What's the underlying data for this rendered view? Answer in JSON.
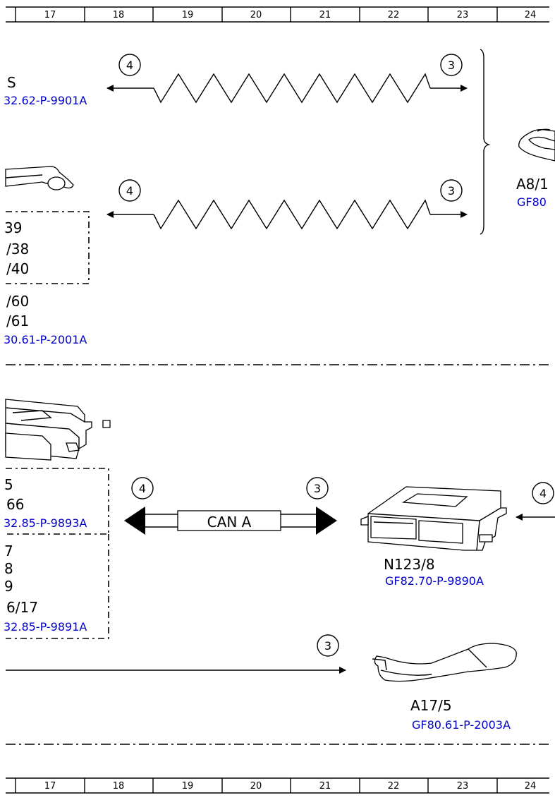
{
  "grid": {
    "top_columns": [
      "17",
      "18",
      "19",
      "20",
      "21",
      "22",
      "23",
      "24"
    ],
    "bottom_columns": [
      "17",
      "18",
      "19",
      "20",
      "21",
      "22",
      "23",
      "24"
    ]
  },
  "markers": {
    "four": "4",
    "three": "3"
  },
  "upper": {
    "left_label_1": "S",
    "left_ref_1": "32.62-P-9901A",
    "dashed_box_lines": [
      "39",
      "/38",
      "/40"
    ],
    "below_box_lines": [
      "/60",
      "/61"
    ],
    "left_ref_2": "30.61-P-2001A",
    "right_label": "A8/1",
    "right_ref": "GF80"
  },
  "lower": {
    "box1_lines": [
      "5",
      "66"
    ],
    "box1_ref": "32.85-P-9893A",
    "box2_lines": [
      "7",
      "8",
      "9",
      "6/17"
    ],
    "box2_ref": "32.85-P-9891A",
    "can_label": "CAN A",
    "module_label": "N123/8",
    "module_ref": "GF82.70-P-9890A",
    "handle_label": "A17/5",
    "handle_ref": "GF80.61-P-2003A"
  }
}
